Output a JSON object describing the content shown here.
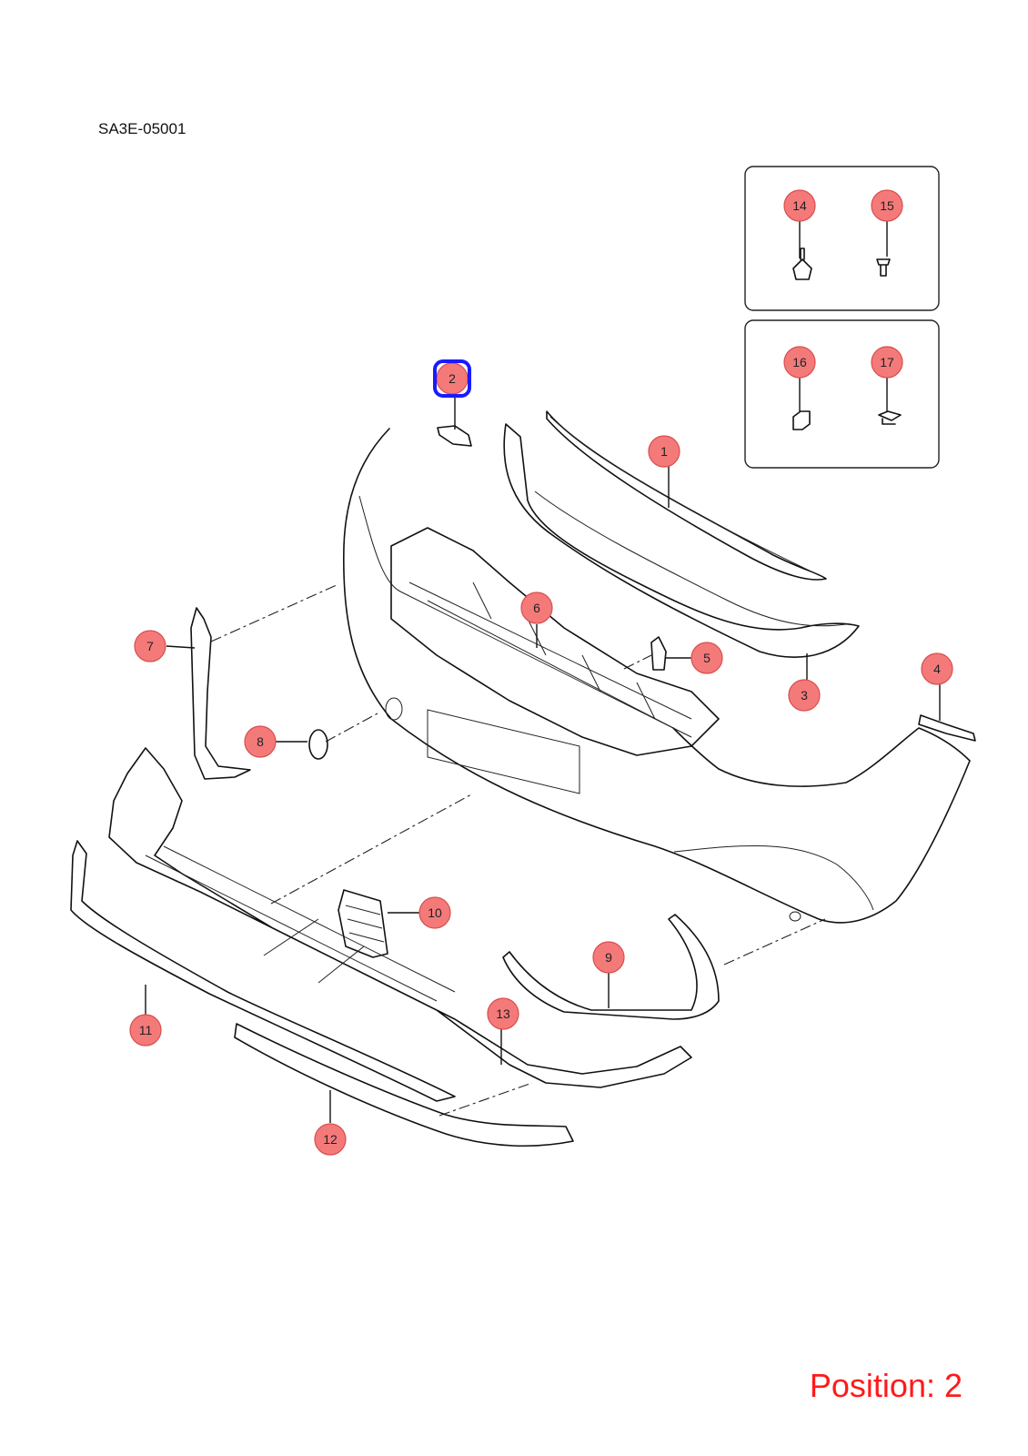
{
  "diagram_code": "SA3E-05001",
  "position_label": "Position: 2",
  "selected_callout": "2",
  "callouts": [
    "1",
    "2",
    "3",
    "4",
    "5",
    "6",
    "7",
    "8",
    "9",
    "10",
    "11",
    "12",
    "13",
    "14",
    "15",
    "16",
    "17"
  ],
  "colors": {
    "callout_fill": "#f47a7a",
    "selection_box": "#1a1aff",
    "position_text": "#ff1a1a"
  }
}
